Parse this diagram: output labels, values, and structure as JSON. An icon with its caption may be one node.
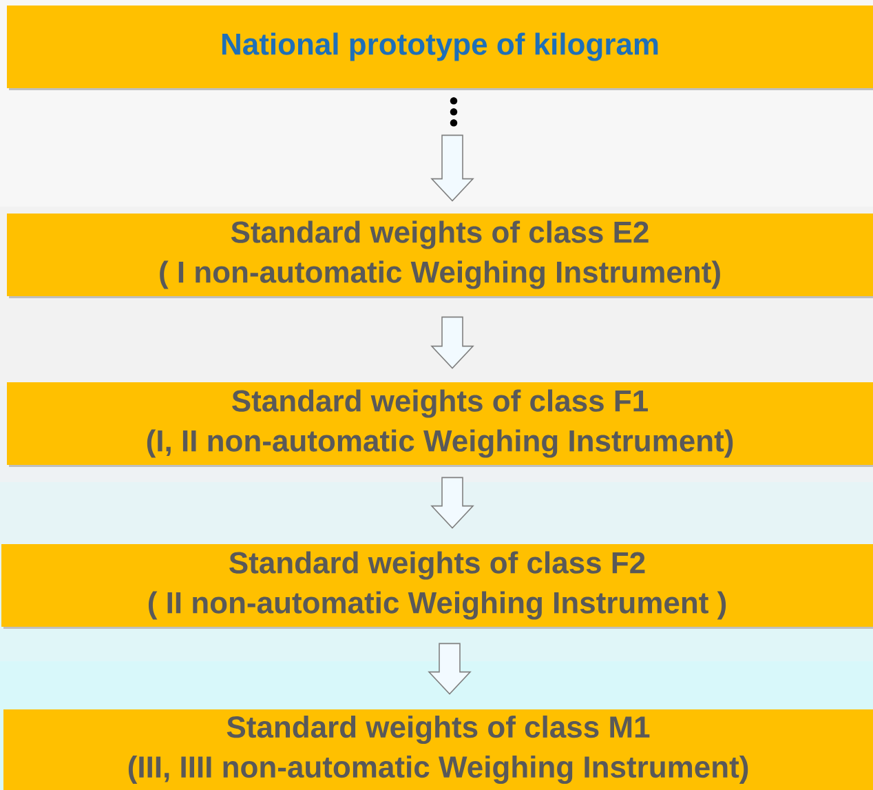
{
  "diagram": {
    "nodes": [
      {
        "text": [
          "National prototype of kilogram"
        ]
      },
      {
        "text": [
          "Standard weights of class E2",
          "( I  non-automatic Weighing Instrument)"
        ]
      },
      {
        "text": [
          "Standard weights of class F1",
          "(I, II non-automatic Weighing Instrument)"
        ]
      },
      {
        "text": [
          "Standard weights of class F2",
          "( II non-automatic Weighing Instrument )"
        ]
      },
      {
        "text": [
          "Standard weights of class M1",
          "(III, IIII non-automatic Weighing Instrument)"
        ]
      }
    ],
    "edges": [
      {
        "from": 0,
        "to": 1,
        "arrow": "to",
        "style": "dashed"
      },
      {
        "from": 1,
        "to": 2,
        "arrow": "to"
      },
      {
        "from": 2,
        "to": 3,
        "arrow": "to"
      },
      {
        "from": 3,
        "to": 4,
        "arrow": "to"
      }
    ]
  }
}
